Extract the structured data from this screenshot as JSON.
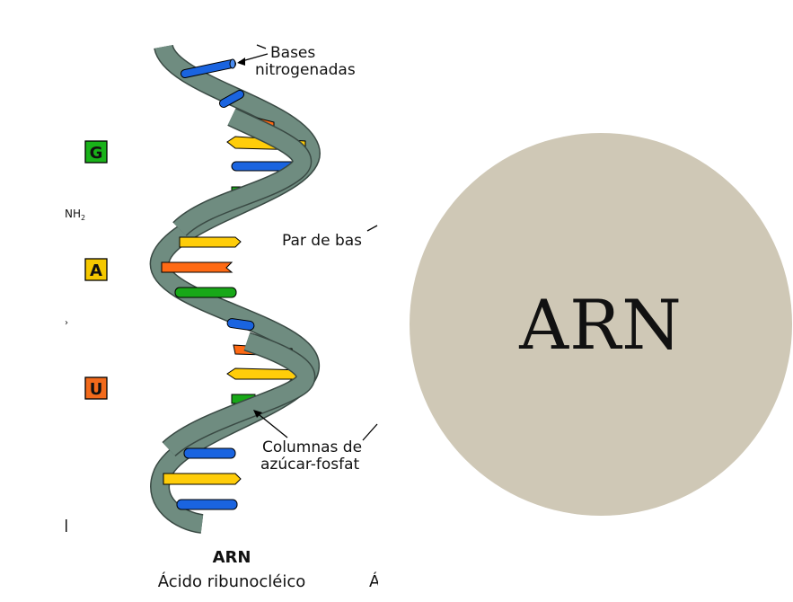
{
  "slide": {
    "title": "ARN",
    "circle_color": "#cfc8b6"
  },
  "diagram": {
    "label_bases": "Bases",
    "label_bases_2": "nitrogenadas",
    "label_pair": "Par de bas",
    "label_columns": "Columnas de",
    "label_columns_2": "azúcar-fosfat",
    "caption_title": "ARN",
    "caption_subtitle": "Ácido ribunocléico",
    "caption_fragment": "Á",
    "nh2": "NH",
    "nh2_sub": "2",
    "legend": [
      {
        "letter": "G",
        "color": "#19b219"
      },
      {
        "letter": "A",
        "color": "#f5c800"
      },
      {
        "letter": "U",
        "color": "#f26a1b"
      }
    ],
    "backbone_color": "#6f8c80",
    "base_colors": {
      "blue": "#1a64e0",
      "orange": "#ff6a14",
      "yellow": "#ffcd0a",
      "green": "#18a818"
    }
  }
}
